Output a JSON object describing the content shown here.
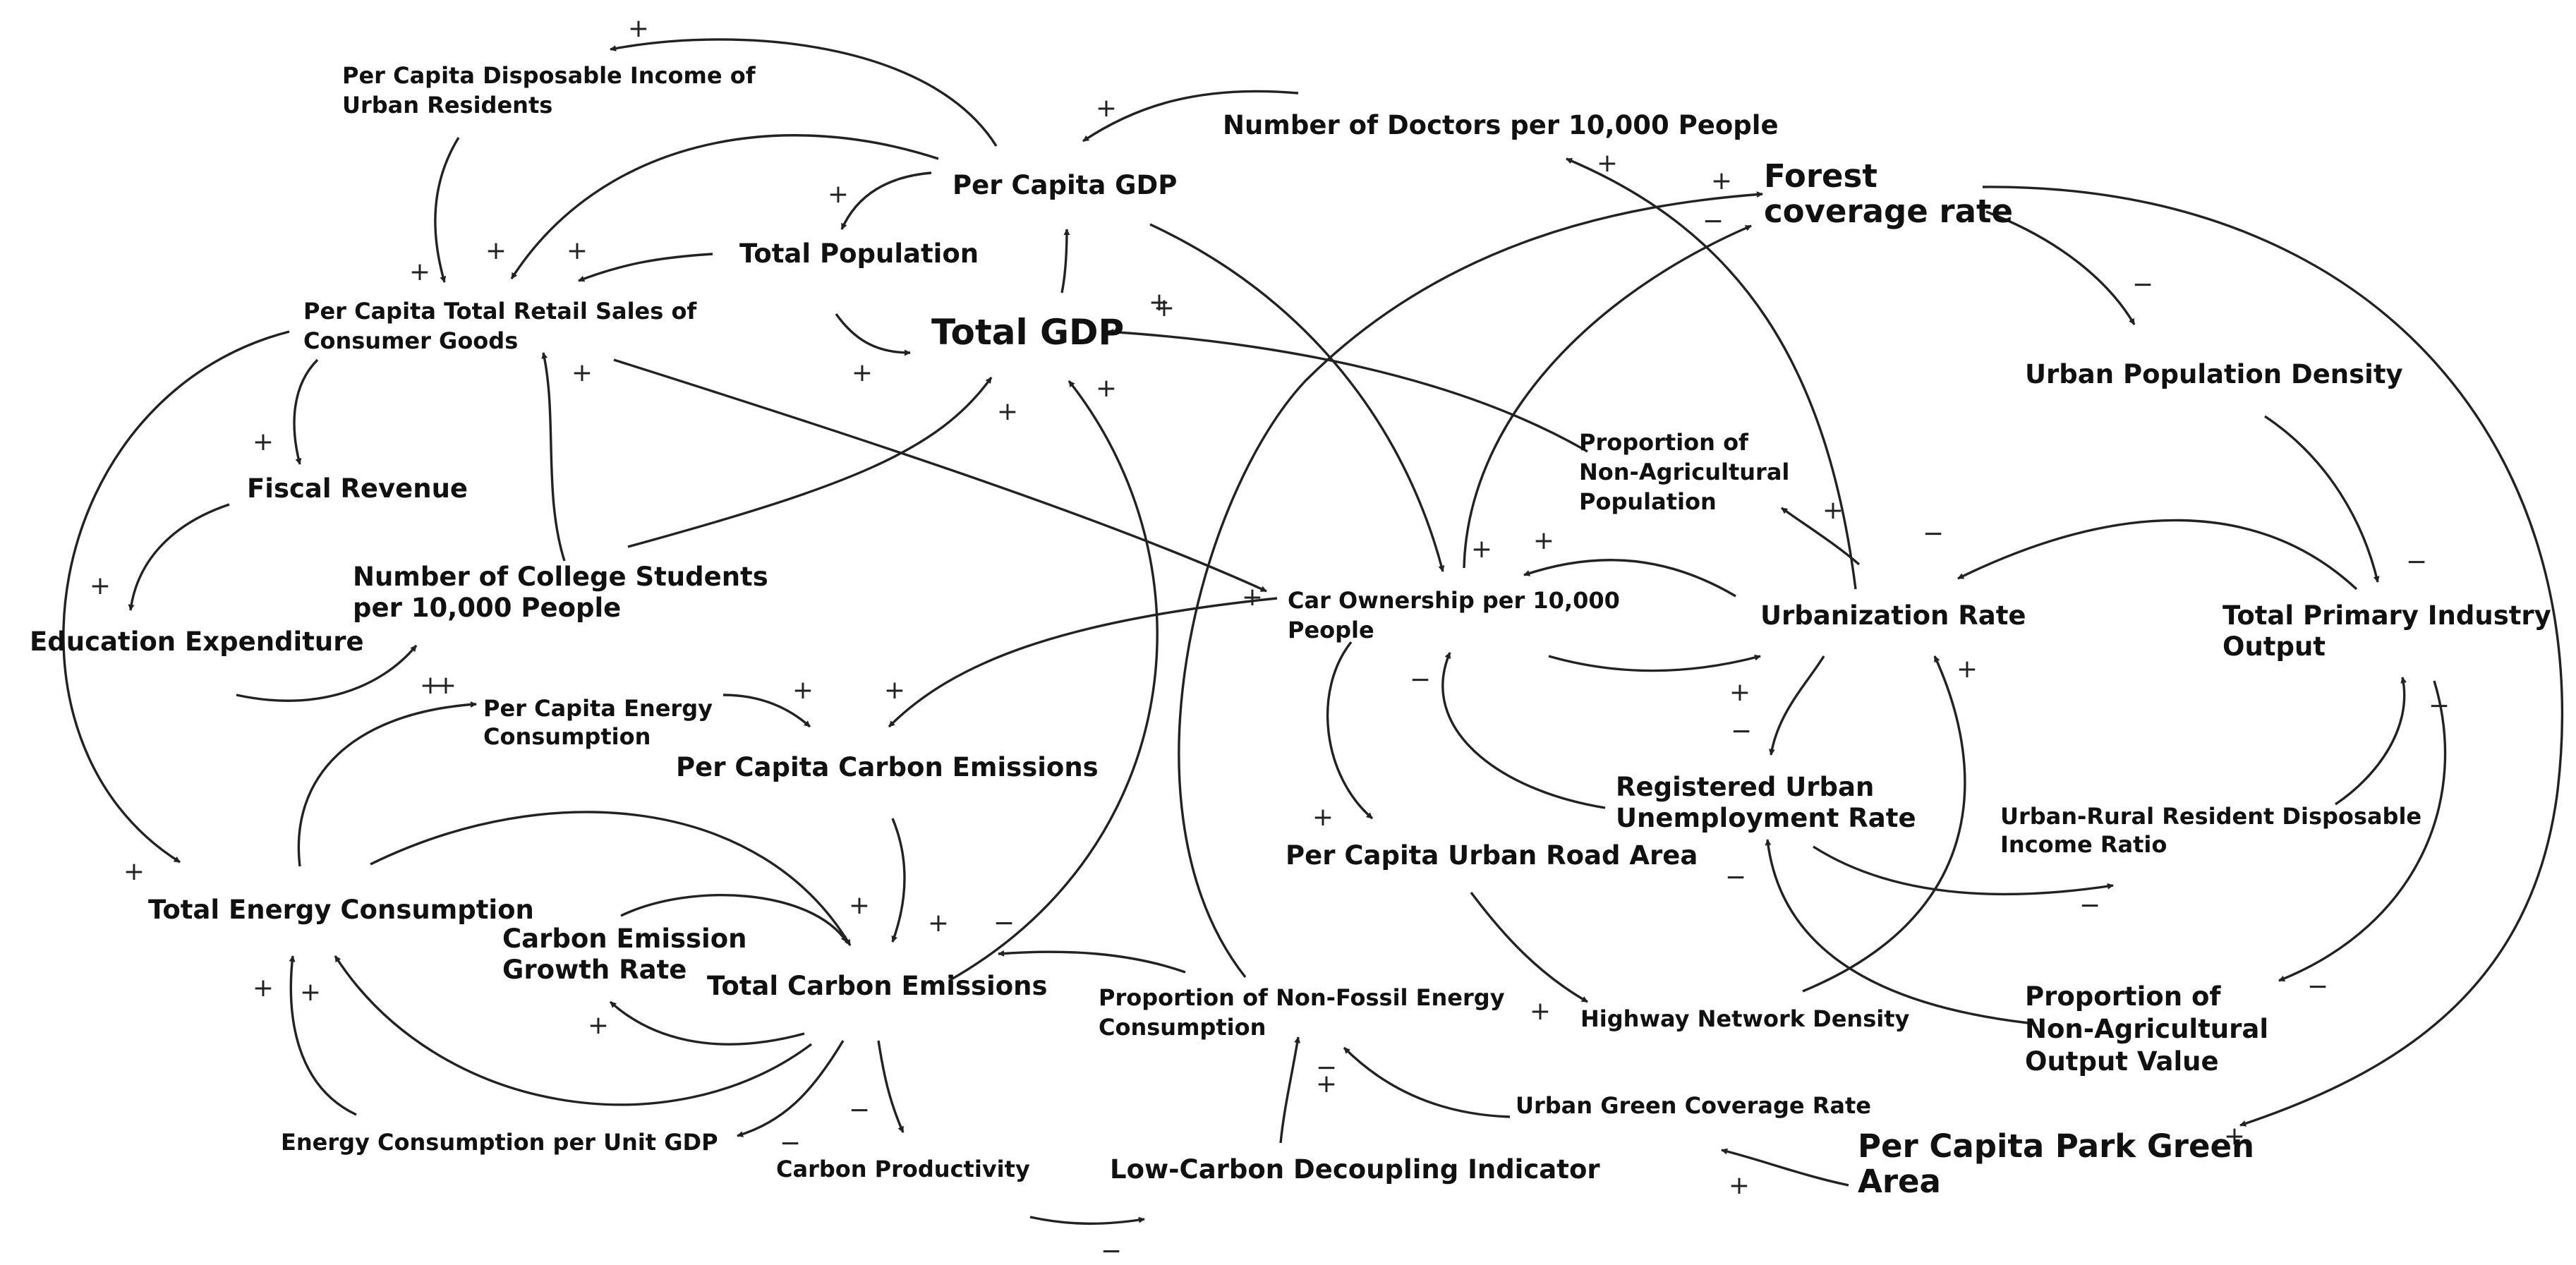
{
  "nodes": {
    "disposable_income": [
      "Per Capita Disposable Income of",
      "Urban Residents"
    ],
    "per_capita_gdp": "Per Capita GDP",
    "doctors": "Number of Doctors per 10,000 People",
    "forest": [
      "Forest",
      "coverage rate"
    ],
    "retail_sales": [
      "Per Capita Total Retail Sales of",
      "Consumer Goods"
    ],
    "total_population": "Total Population",
    "total_gdp": "Total GDP",
    "urban_density": "Urban Population Density",
    "fiscal_revenue": "Fiscal Revenue",
    "non_agri_population": [
      "Proportion of",
      "Non-Agricultural",
      "Population"
    ],
    "college_students": [
      "Number of College Students",
      "per 10,000 People"
    ],
    "education": "Education Expenditure",
    "car_ownership": [
      "Car Ownership per 10,000",
      "People"
    ],
    "urbanization": "Urbanization Rate",
    "primary_industry": [
      "Total Primary Industry",
      "Output"
    ],
    "energy_per_capita": [
      "Per Capita Energy",
      "Consumption"
    ],
    "carbon_per_capita": "Per Capita Carbon Emissions",
    "unemployment": [
      "Registered Urban",
      "Unemployment Rate"
    ],
    "income_ratio": [
      "Urban-Rural Resident Disposable",
      "Income Ratio"
    ],
    "total_energy": "Total Energy Consumption",
    "road_area": "Per Capita Urban Road Area",
    "emission_growth": [
      "Carbon Emission",
      "Growth Rate"
    ],
    "total_carbon": "Total Carbon Emissions",
    "non_fossil": [
      "Proportion of Non-Fossil Energy",
      "Consumption"
    ],
    "highway_density": "Highway Network Density",
    "non_agri_output": [
      "Proportion of",
      "Non-Agricultural",
      "Output Value"
    ],
    "green_coverage": "Urban Green Coverage Rate",
    "energy_per_gdp": "Energy Consumption per Unit GDP",
    "carbon_productivity": "Carbon Productivity",
    "decoupling": "Low-Carbon Decoupling Indicator",
    "park_green": [
      "Per Capita Park Green",
      "Area"
    ]
  },
  "polarity": {
    "positive": "+",
    "negative": "−"
  }
}
